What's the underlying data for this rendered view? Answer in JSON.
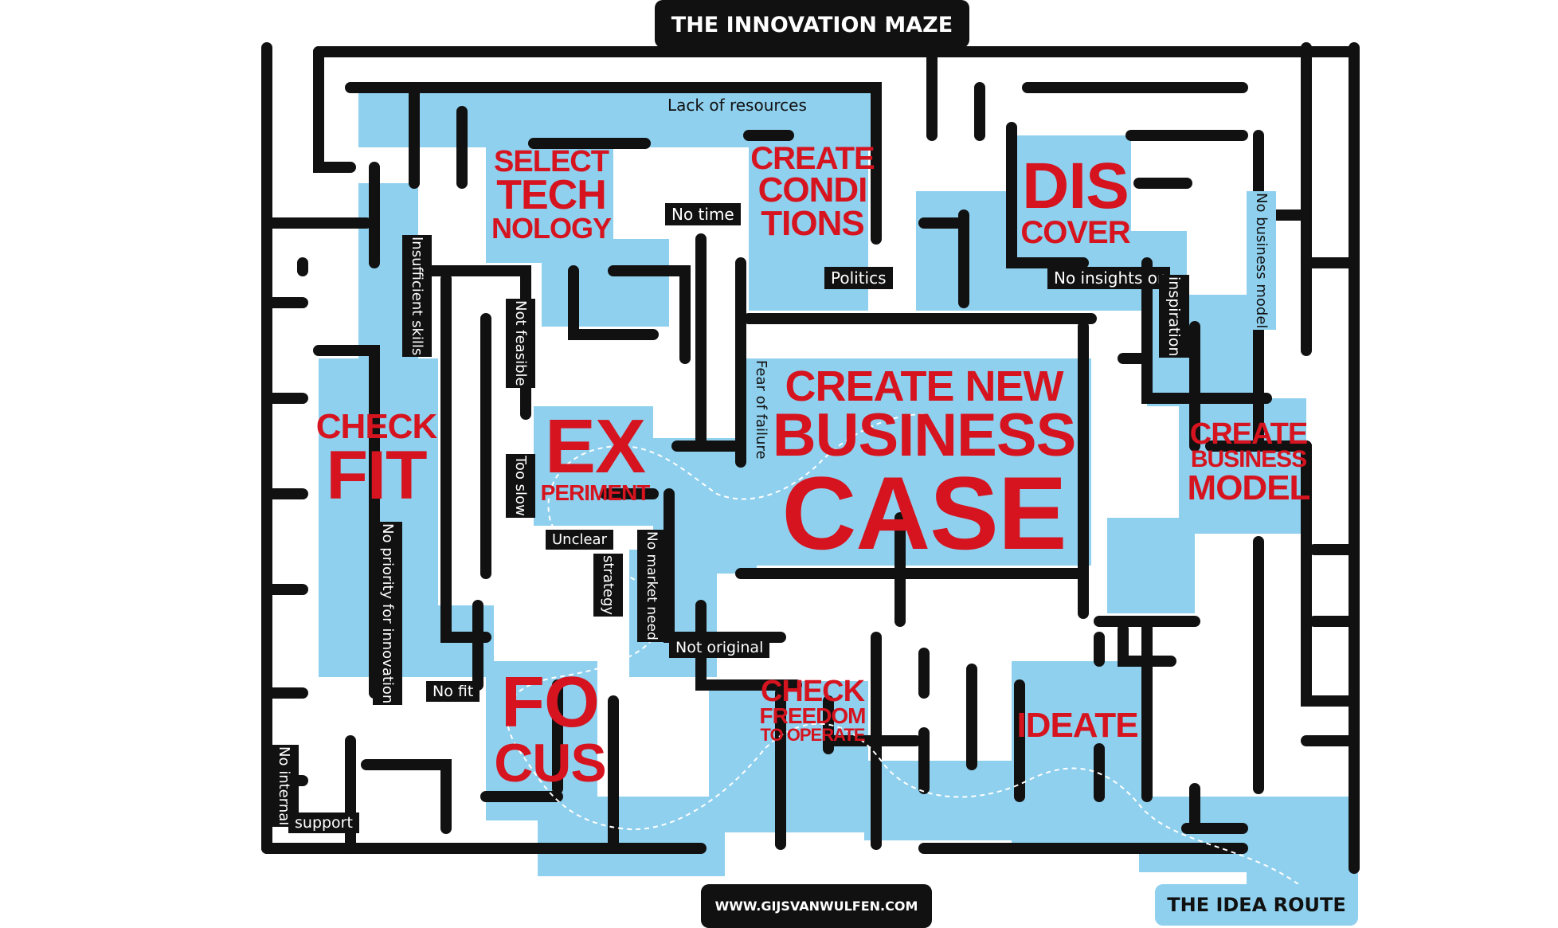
{
  "header": {
    "title": "THE INNOVATION MAZE"
  },
  "footer": {
    "website": "WWW.GIJSVANWULFEN.COM",
    "route_label": "THE IDEA ROUTE"
  },
  "stages": {
    "select_technology": [
      "SELECT",
      "TECH",
      "NOLOGY"
    ],
    "create_conditions": [
      "CREATE",
      "CONDI",
      "TIONS"
    ],
    "discover": [
      "DIS",
      "COVER"
    ],
    "check_fit": [
      "CHECK",
      "FIT"
    ],
    "experiment": [
      "EX",
      "PERIMENT"
    ],
    "create_new_business_case": [
      "CREATE NEW",
      "BUSINESS",
      "CASE"
    ],
    "create_business_model": [
      "CREATE",
      "BUSINESS",
      "MODEL"
    ],
    "focus": [
      "FO",
      "CUS"
    ],
    "check_freedom_to_operate": [
      "CHECK",
      "FREEDOM",
      "TO OPERATE"
    ],
    "ideate": [
      "IDEATE"
    ]
  },
  "obstacles": {
    "lack_of_resources": "Lack of resources",
    "no_time": "No time",
    "politics": "Politics",
    "no_insights": "No insights or",
    "inspiration": "inspiration",
    "no_business_model": "No business model",
    "insufficient_skills": "Insufficient skills",
    "not_feasible": "Not feasible",
    "fear_of_failure": "Fear of failure",
    "too_slow": "Too slow",
    "unclear": "Unclear",
    "strategy": "strategy",
    "no_priority": "No priority for innovation",
    "no_market_need": "No market need",
    "not_original": "Not original",
    "no_fit": "No fit",
    "no_internal": "No internal",
    "support": "support"
  },
  "colors": {
    "route": "#8fd0ee",
    "wall": "#111111",
    "stage_text": "#d6141f",
    "background": "#ffffff"
  }
}
